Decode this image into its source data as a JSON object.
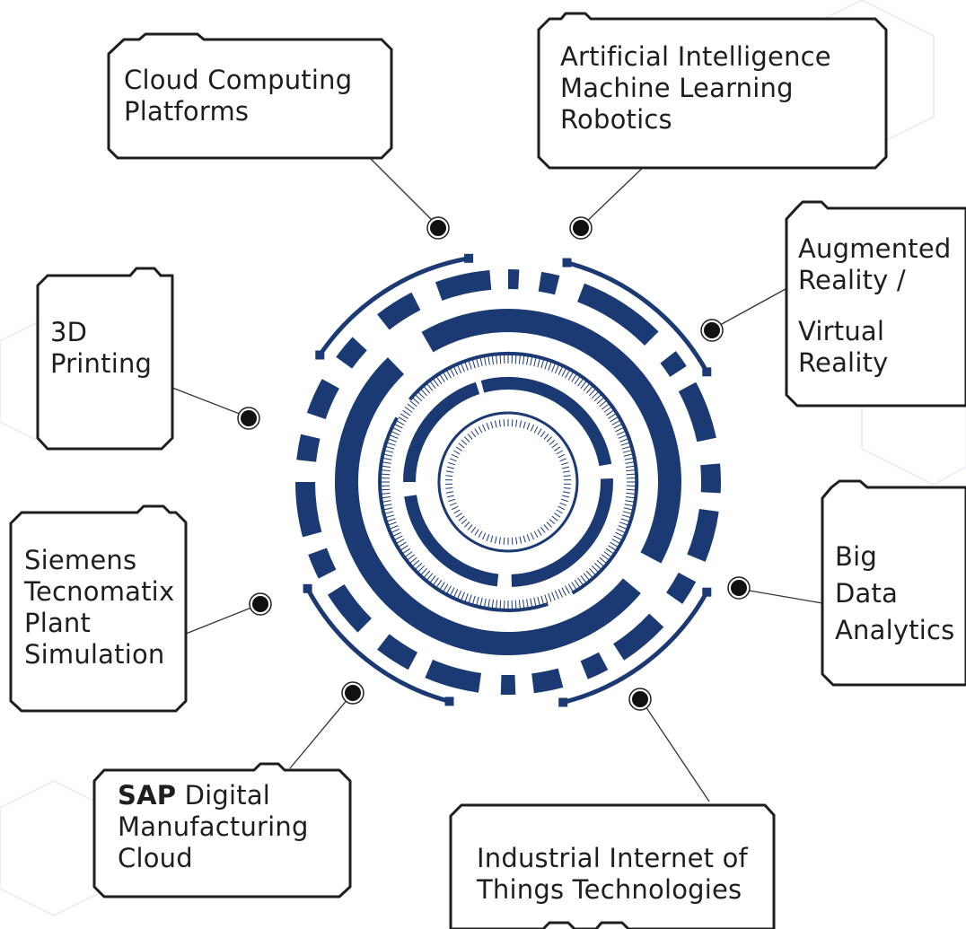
{
  "colors": {
    "accent": "#1b3a73",
    "outline": "#1e1e1e",
    "connector": "#333333"
  },
  "labels": {
    "cloud": {
      "line1": "Cloud Computing",
      "line2": "Platforms"
    },
    "ai": {
      "line1": "Artificial Intelligence",
      "line2": "Machine Learning",
      "line3": "Robotics"
    },
    "ar": {
      "line1": "Augmented",
      "line2": "Reality /",
      "line3": "Virtual",
      "line4": "Reality"
    },
    "printing": {
      "line1": "3D",
      "line2": "Printing"
    },
    "bigdata": {
      "line1": "Big",
      "line2": "Data",
      "line3": "Analytics"
    },
    "siemens": {
      "line1": "Siemens",
      "line2": "Tecnomatix",
      "line3": "Plant",
      "line4": "Simulation"
    },
    "sap": {
      "brand": "SAP",
      "line1_rest": " Digital",
      "line2": "Manufacturing",
      "line3": "Cloud"
    },
    "iiot": {
      "line1": "Industrial Internet of",
      "line2": "Things Technologies"
    }
  }
}
